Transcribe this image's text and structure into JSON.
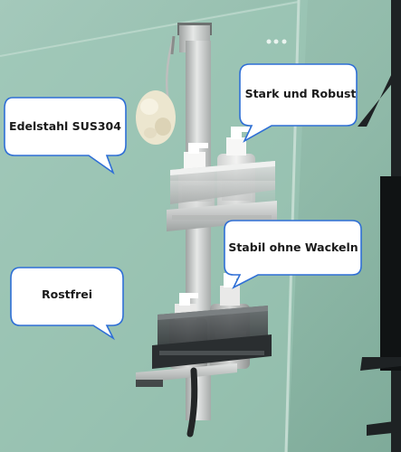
{
  "callouts": {
    "material": "Edelstahl SUS304",
    "strength": "Stark und Robust",
    "stability": "Stabil ohne Wackeln",
    "rustproof": "Rostfrei"
  },
  "colors": {
    "wall": "#8fb8a8",
    "glass": "#9cc7b7",
    "steel": "#c9cccb",
    "bubble_fill": "#ffffff",
    "bubble_stroke": "#2f6fd6",
    "ladder": "#202426"
  }
}
